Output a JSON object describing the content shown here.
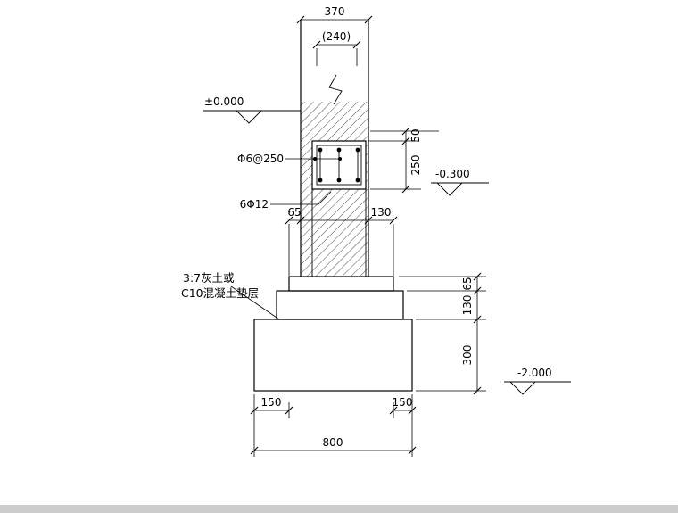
{
  "dimensions": {
    "wall_width": "370",
    "wall_width_alt": "(240)",
    "step_offset_left": "65",
    "step_offset_right": "130",
    "beam_top_offset": "50",
    "beam_height": "250",
    "chain_step1": "65",
    "chain_step2": "130",
    "chain_footing": "300",
    "footing_overhang_left": "150",
    "footing_overhang_right": "150",
    "footing_width": "800"
  },
  "levels": {
    "ground": "±0.000",
    "beam_bottom": "-0.300",
    "footing_bottom": "-2.000"
  },
  "annotations": {
    "stirrup_rebar": "Φ6@250",
    "main_rebar": "6Φ12",
    "cushion_line1": "3:7灰土或",
    "cushion_line2": "C10混凝土垫层"
  },
  "colors": {
    "line": "#000000",
    "background": "#ffffff",
    "bottom_strip": "#cccccc"
  }
}
